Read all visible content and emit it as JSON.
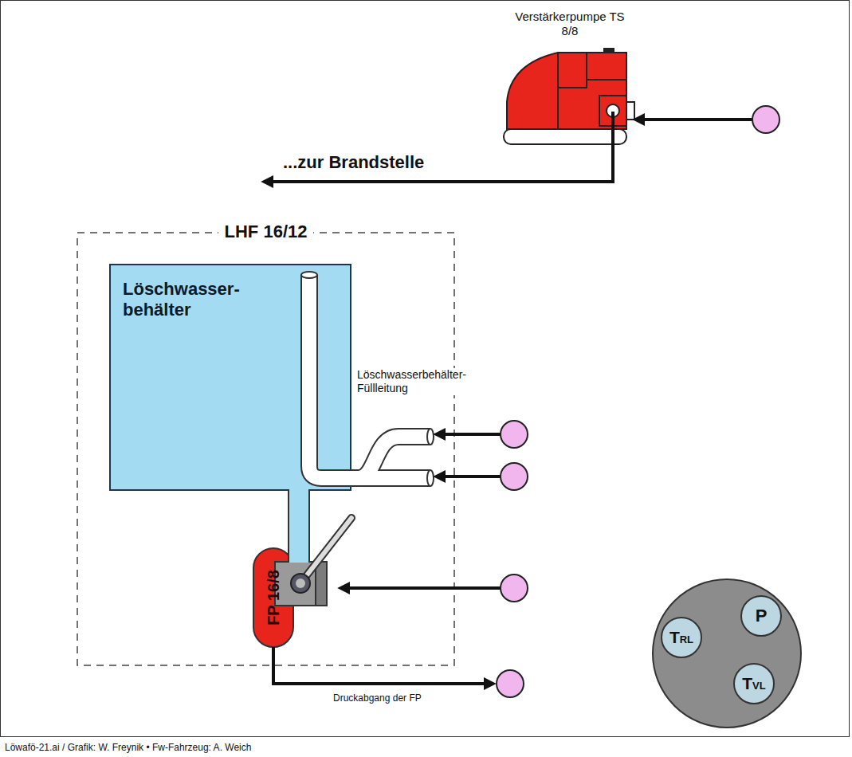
{
  "diagram": {
    "nodes": [
      {
        "text": [
          "Verstärkerpumpe TS 8/8"
        ]
      },
      {
        "text": [
          "LHF 16/12"
        ]
      },
      {
        "text": [
          "Löschwasser- behälter"
        ],
        "in": 1
      },
      {
        "text": [
          "FP 16/8"
        ],
        "in": 1
      },
      {
        "text": [
          "P"
        ]
      },
      {
        "text": [
          "TRL"
        ]
      },
      {
        "text": [
          "TVL"
        ]
      }
    ],
    "edges": [
      {
        "from": 2,
        "to": 3,
        "arrow": "none"
      }
    ],
    "labels": [
      "...zur Brandstelle",
      "Löschwasserbehälter- Füllleitung",
      "Druckabgang der FP",
      "Löwafö-21.ai / Grafik: W. Freynik • Fw-Fahrzeug: A. Weich"
    ]
  }
}
